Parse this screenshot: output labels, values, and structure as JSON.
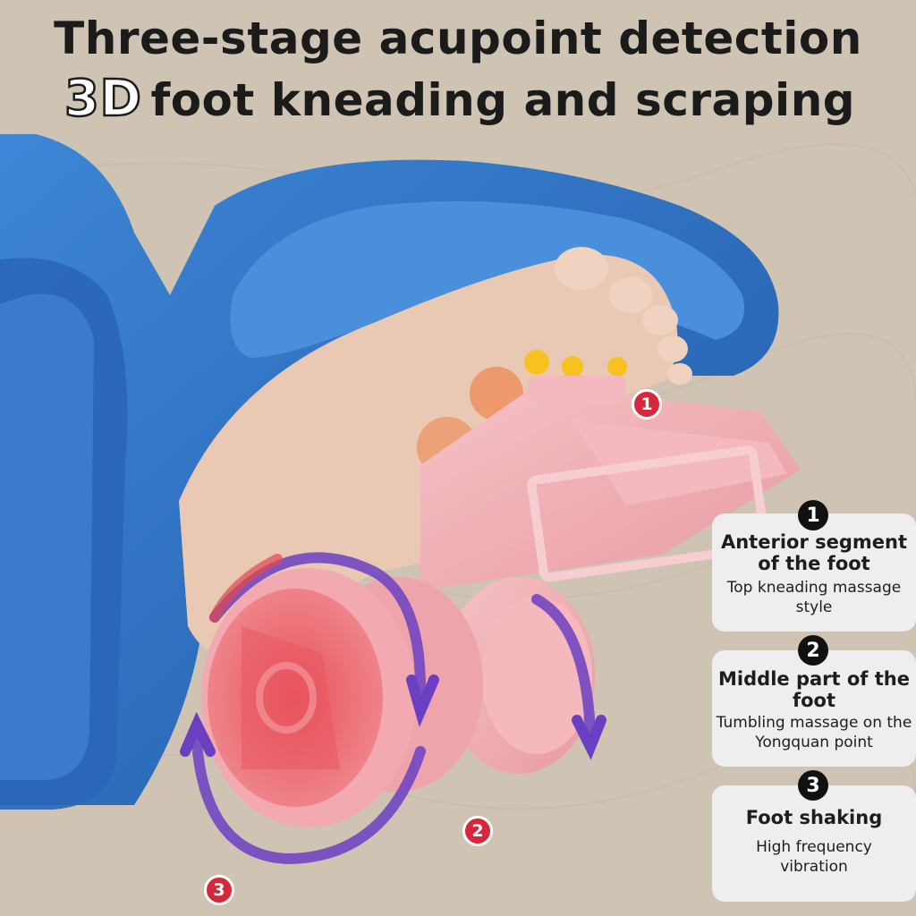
{
  "headline": {
    "line1": "Three-stage acupoint detection",
    "line2_prefix": "3D",
    "line2_text": "foot kneading and scraping"
  },
  "features": [
    {
      "number": "1",
      "title": "Anterior segment of the foot",
      "description": "Top kneading massage style"
    },
    {
      "number": "2",
      "title": "Middle part of the foot",
      "description": "Tumbling massage on the Yongquan point"
    },
    {
      "number": "3",
      "title": "Foot shaking",
      "description": "High frequency vibration"
    }
  ],
  "markers": [
    "1",
    "2",
    "3"
  ],
  "colors": {
    "background": "#cfc4b3",
    "device_blue": "#2f6fc0",
    "roller_pink": "#f2a9b0",
    "roller_red": "#e2474f",
    "arrow_purple": "#6b3fc2",
    "marker_red": "#d6283a",
    "panel_gray": "#eeeeee"
  }
}
